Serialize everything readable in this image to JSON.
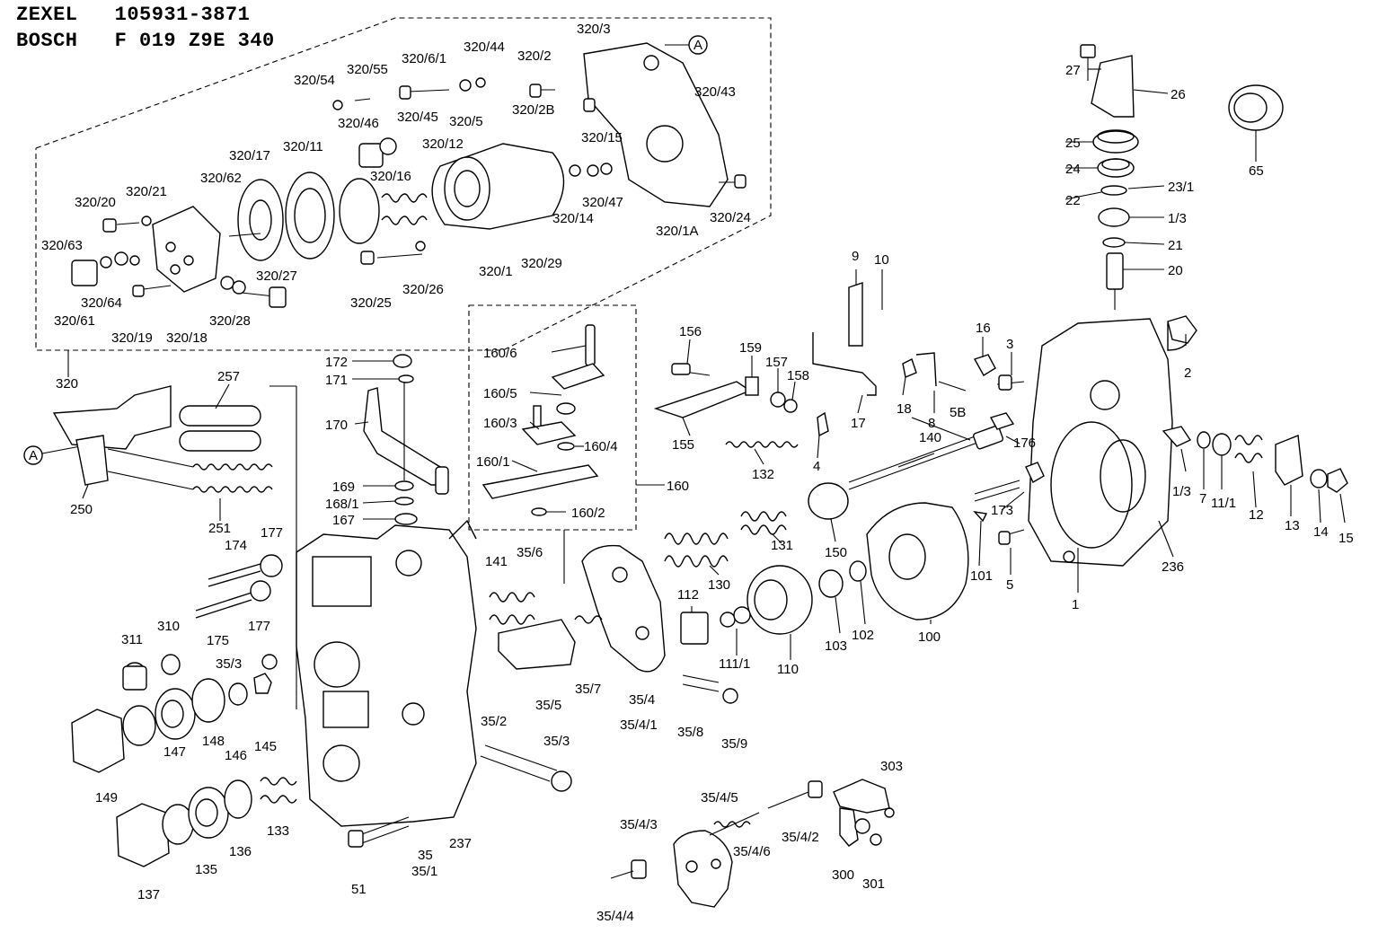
{
  "header": {
    "line1": "ZEXEL   105931-3871",
    "line2": "BOSCH   F 019 Z9E 340"
  },
  "callouts": [
    "320/3",
    "320/2",
    "320/44",
    "320/6/1",
    "320/55",
    "320/54",
    "320/45",
    "320/46",
    "320/5",
    "320/2B",
    "320/43",
    "320/17",
    "320/11",
    "320/12",
    "320/15",
    "320/16",
    "320/62",
    "320/47",
    "320/14",
    "320/20",
    "320/21",
    "320/63",
    "320/1",
    "320/29",
    "320/1A",
    "320/24",
    "320/64",
    "320/27",
    "320/25",
    "320/26",
    "320/61",
    "320/19",
    "320/18",
    "320/28",
    "320",
    "27",
    "26",
    "25",
    "24",
    "23/1",
    "22",
    "1/3",
    "21",
    "20",
    "65",
    "9",
    "10",
    "156",
    "159",
    "157",
    "158",
    "155",
    "132",
    "4",
    "17",
    "18",
    "8",
    "16",
    "3",
    "5B",
    "2",
    "176",
    "140",
    "1/3",
    "7",
    "11/1",
    "12",
    "13",
    "14",
    "15",
    "236",
    "173",
    "101",
    "5",
    "1",
    "150",
    "131",
    "130",
    "100",
    "102",
    "103",
    "110",
    "112",
    "111/1",
    "160/6",
    "160/5",
    "160/3",
    "160/4",
    "160/1",
    "160",
    "160/2",
    "172",
    "171",
    "170",
    "169",
    "168/1",
    "167",
    "257",
    "250",
    "251",
    "174",
    "177",
    "175",
    "177",
    "141",
    "35/6",
    "311",
    "310",
    "35/3",
    "146",
    "145",
    "35/5",
    "35/7",
    "35/4",
    "35/4/1",
    "35/8",
    "35/9",
    "149",
    "147",
    "148",
    "35/2",
    "35/3",
    "133",
    "137",
    "135",
    "136",
    "51",
    "35",
    "35/1",
    "237",
    "35/4/5",
    "35/4/6",
    "35/4/3",
    "35/4/2",
    "35/4/4",
    "303",
    "300",
    "301"
  ],
  "markers": {
    "a_top": "A",
    "a_left": "A"
  }
}
